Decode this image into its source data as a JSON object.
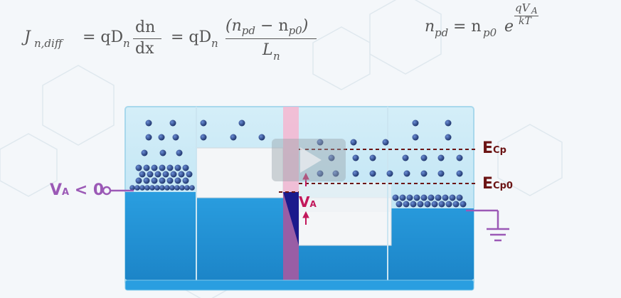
{
  "equations": {
    "diffusion": {
      "lhs_J": "J",
      "lhs_sub": "n,diff",
      "eq1": "= qD",
      "sub_n1": "n",
      "frac1_num": "dn",
      "frac1_den": "dx",
      "eq2": "= qD",
      "sub_n2": "n",
      "frac2_num": "(n",
      "frac2_num_sub1": "pd",
      "frac2_num_mid": " − n",
      "frac2_num_sub2": "p0",
      "frac2_num_end": ")",
      "frac2_den": "L",
      "frac2_den_sub": "n"
    },
    "boltzmann": {
      "lhs": "n",
      "lhs_sub": "pd",
      "eq": "= n",
      "rhs_sub": "p0",
      "e": "e",
      "exp_num": "qV",
      "exp_num_sub": "A",
      "exp_den": "kT"
    }
  },
  "labels": {
    "va_main": "V",
    "va_sub": "A",
    "va_rest": " < 0",
    "ecp_main": "E",
    "ecp_sub": "Cp",
    "ecp0_main": "E",
    "ecp0_sub": "Cp0",
    "va_gap_main": "V",
    "va_gap_sub": "A"
  },
  "colors": {
    "semiconductor_blue": "#1e8fd3",
    "tank_light": "#bfe6f5",
    "electron_dot": "#1e3d7a",
    "dashed_line": "#6b1414",
    "label_red": "#6b1414",
    "va_purple": "#9b59b6",
    "arrow_pink": "#c2185b",
    "junction_dark": "#1b1a8c",
    "junction_pink": "#f6b6d0"
  },
  "icons": {
    "play": "play-icon",
    "ground": "ground-icon"
  }
}
